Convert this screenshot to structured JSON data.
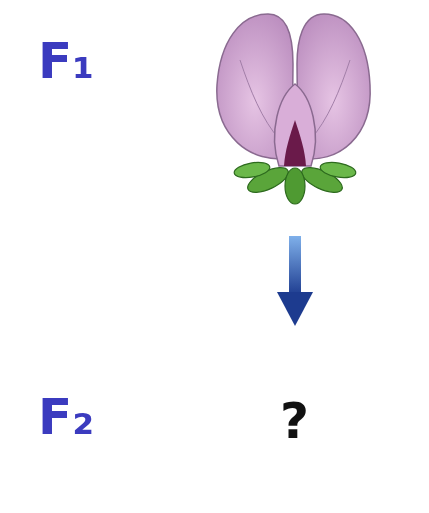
{
  "diagram": {
    "labels": [
      "F₁",
      "F₂",
      "?"
    ]
  }
}
